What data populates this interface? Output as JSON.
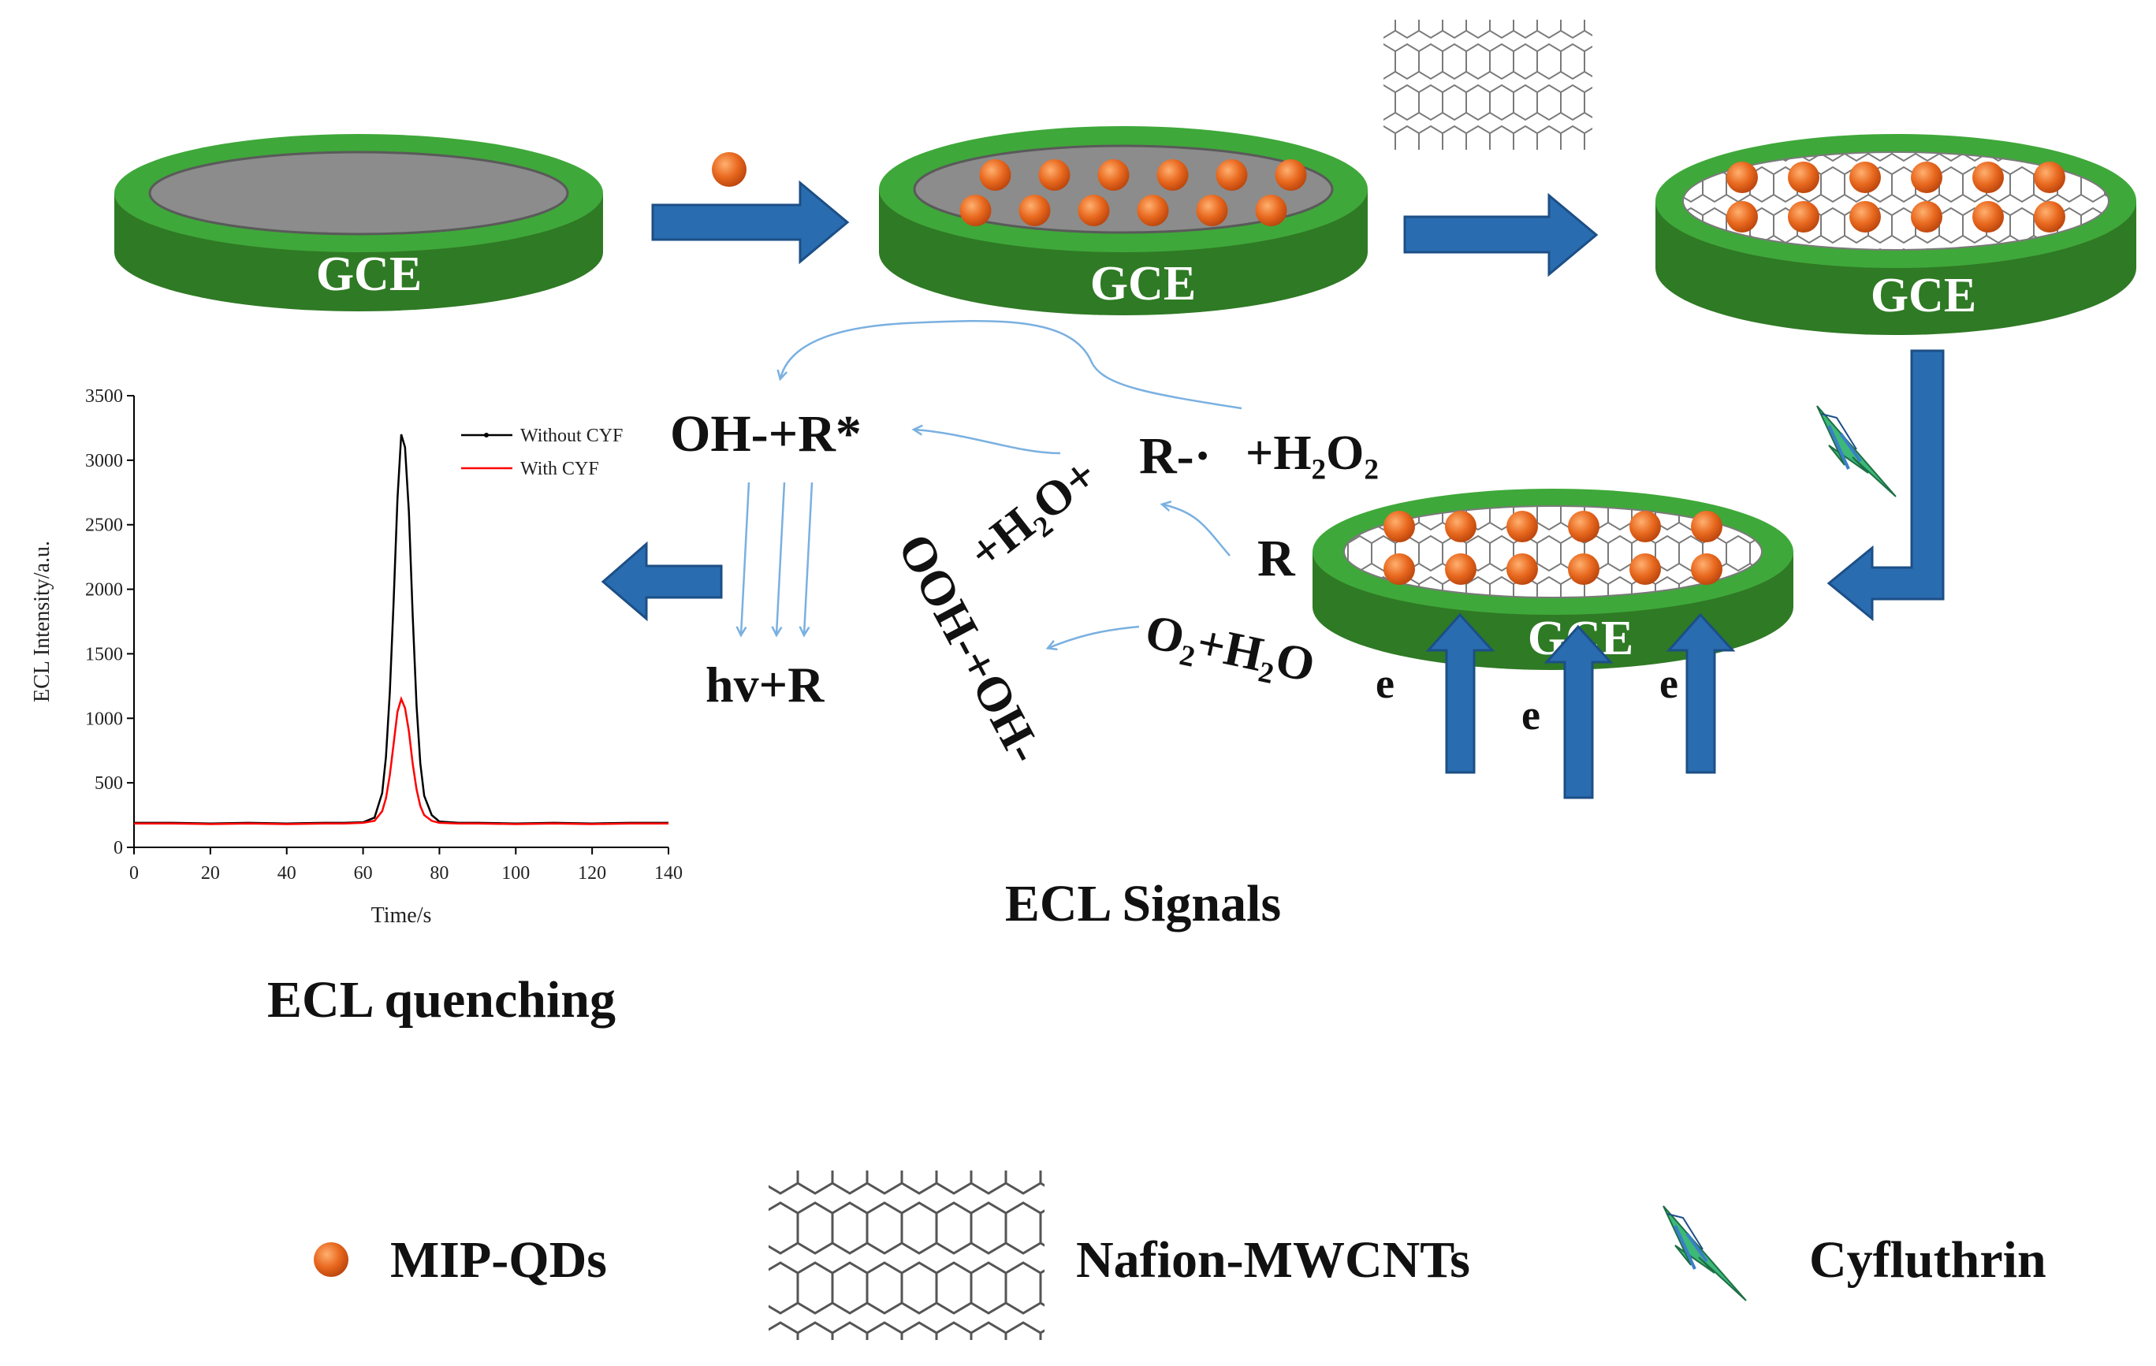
{
  "colors": {
    "electrode_green": "#3f8f2f",
    "electrode_dark": "#2c6e22",
    "rim_green": "#3fa83a",
    "surface_gray": "#8a8a8a",
    "qd_orange": "#e8681e",
    "arrow_blue": "#2a6cb0",
    "thin_arrow_blue": "#7ab0e0",
    "without_line": "#000000",
    "with_line": "#ff0000",
    "text": "#111111"
  },
  "electrodes": {
    "e1_label": "GCE",
    "e2_label": "GCE",
    "e3_label": "GCE",
    "e4_label": "GCE"
  },
  "reactions": {
    "oh_r_star": "OH-+R*",
    "r_radical": "R-·",
    "plus_h2o2": "+H₂O₂",
    "plus_h2o_plus": "+H₂O+",
    "r": "R",
    "ooh_oh": "OOH-+OH-",
    "o2_h2o": "O₂+H₂O",
    "hv_r": "hv+R",
    "e_labels": [
      "e",
      "e",
      "e"
    ]
  },
  "captions": {
    "ecl_signals": "ECL Signals",
    "ecl_quenching": "ECL quenching"
  },
  "legend": {
    "mip_qds": "MIP-QDs",
    "nafion_mwcnts": "Nafion-MWCNTs",
    "cyfluthrin": "Cyfluthrin"
  },
  "chart_data": {
    "type": "line",
    "xlabel": "Time/s",
    "ylabel": "ECL Intensity/a.u.",
    "xlim": [
      0,
      140
    ],
    "ylim": [
      0,
      3500
    ],
    "xticks": [
      0,
      20,
      40,
      60,
      80,
      100,
      120,
      140
    ],
    "yticks": [
      0,
      500,
      1000,
      1500,
      2000,
      2500,
      3000,
      3500
    ],
    "legend_position": "top-right",
    "series": [
      {
        "name": "Without CYF",
        "color": "#000000",
        "x": [
          0,
          10,
          20,
          30,
          40,
          50,
          55,
          60,
          63,
          65,
          66,
          67,
          68,
          69,
          70,
          71,
          72,
          73,
          74,
          75,
          76,
          78,
          80,
          85,
          90,
          100,
          110,
          120,
          130,
          140
        ],
        "y": [
          190,
          190,
          185,
          190,
          185,
          190,
          190,
          195,
          230,
          420,
          700,
          1200,
          1900,
          2700,
          3200,
          3100,
          2600,
          1800,
          1100,
          650,
          400,
          250,
          200,
          190,
          190,
          185,
          190,
          185,
          190,
          190
        ]
      },
      {
        "name": "With CYF",
        "color": "#ff0000",
        "x": [
          0,
          10,
          20,
          30,
          40,
          50,
          55,
          60,
          63,
          65,
          66,
          67,
          68,
          69,
          70,
          71,
          72,
          73,
          74,
          75,
          76,
          78,
          80,
          85,
          90,
          100,
          110,
          120,
          130,
          140
        ],
        "y": [
          185,
          185,
          180,
          185,
          180,
          185,
          185,
          190,
          205,
          280,
          380,
          560,
          800,
          1050,
          1150,
          1080,
          900,
          650,
          450,
          320,
          250,
          205,
          190,
          185,
          185,
          180,
          185,
          180,
          185,
          185
        ]
      }
    ]
  }
}
